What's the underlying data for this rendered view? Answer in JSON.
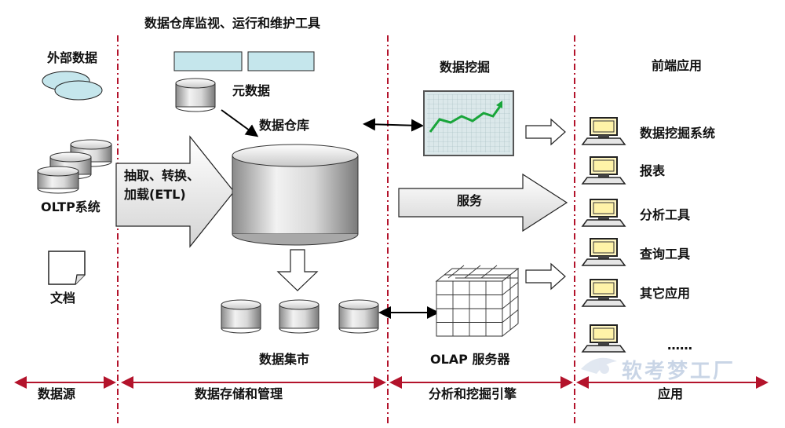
{
  "header": {
    "tools_title": "数据仓库监视、运行和维护工具"
  },
  "sources": {
    "external": "外部数据",
    "oltp": "OLTP系统",
    "docs": "文档"
  },
  "storage": {
    "metadata": "元数据",
    "warehouse": "数据仓库",
    "etl_line1": "抽取、转换、",
    "etl_line2": "加载(ETL)",
    "marts": "数据集市"
  },
  "engine": {
    "mining": "数据挖掘",
    "service": "服务",
    "olap": "OLAP 服务器"
  },
  "frontend": {
    "title": "前端应用",
    "apps": [
      "数据挖掘系统",
      "报表",
      "分析工具",
      "查询工具",
      "其它应用",
      "……"
    ]
  },
  "layers": [
    "数据源",
    "数据存储和管理",
    "分析和挖掘引擎",
    "应用"
  ],
  "watermark": "软考梦工厂",
  "colors": {
    "divider": "#b3132b",
    "bar": "#c5e6ec",
    "chart_bg": "#dbe8ea",
    "chart_line": "#19a53a"
  }
}
